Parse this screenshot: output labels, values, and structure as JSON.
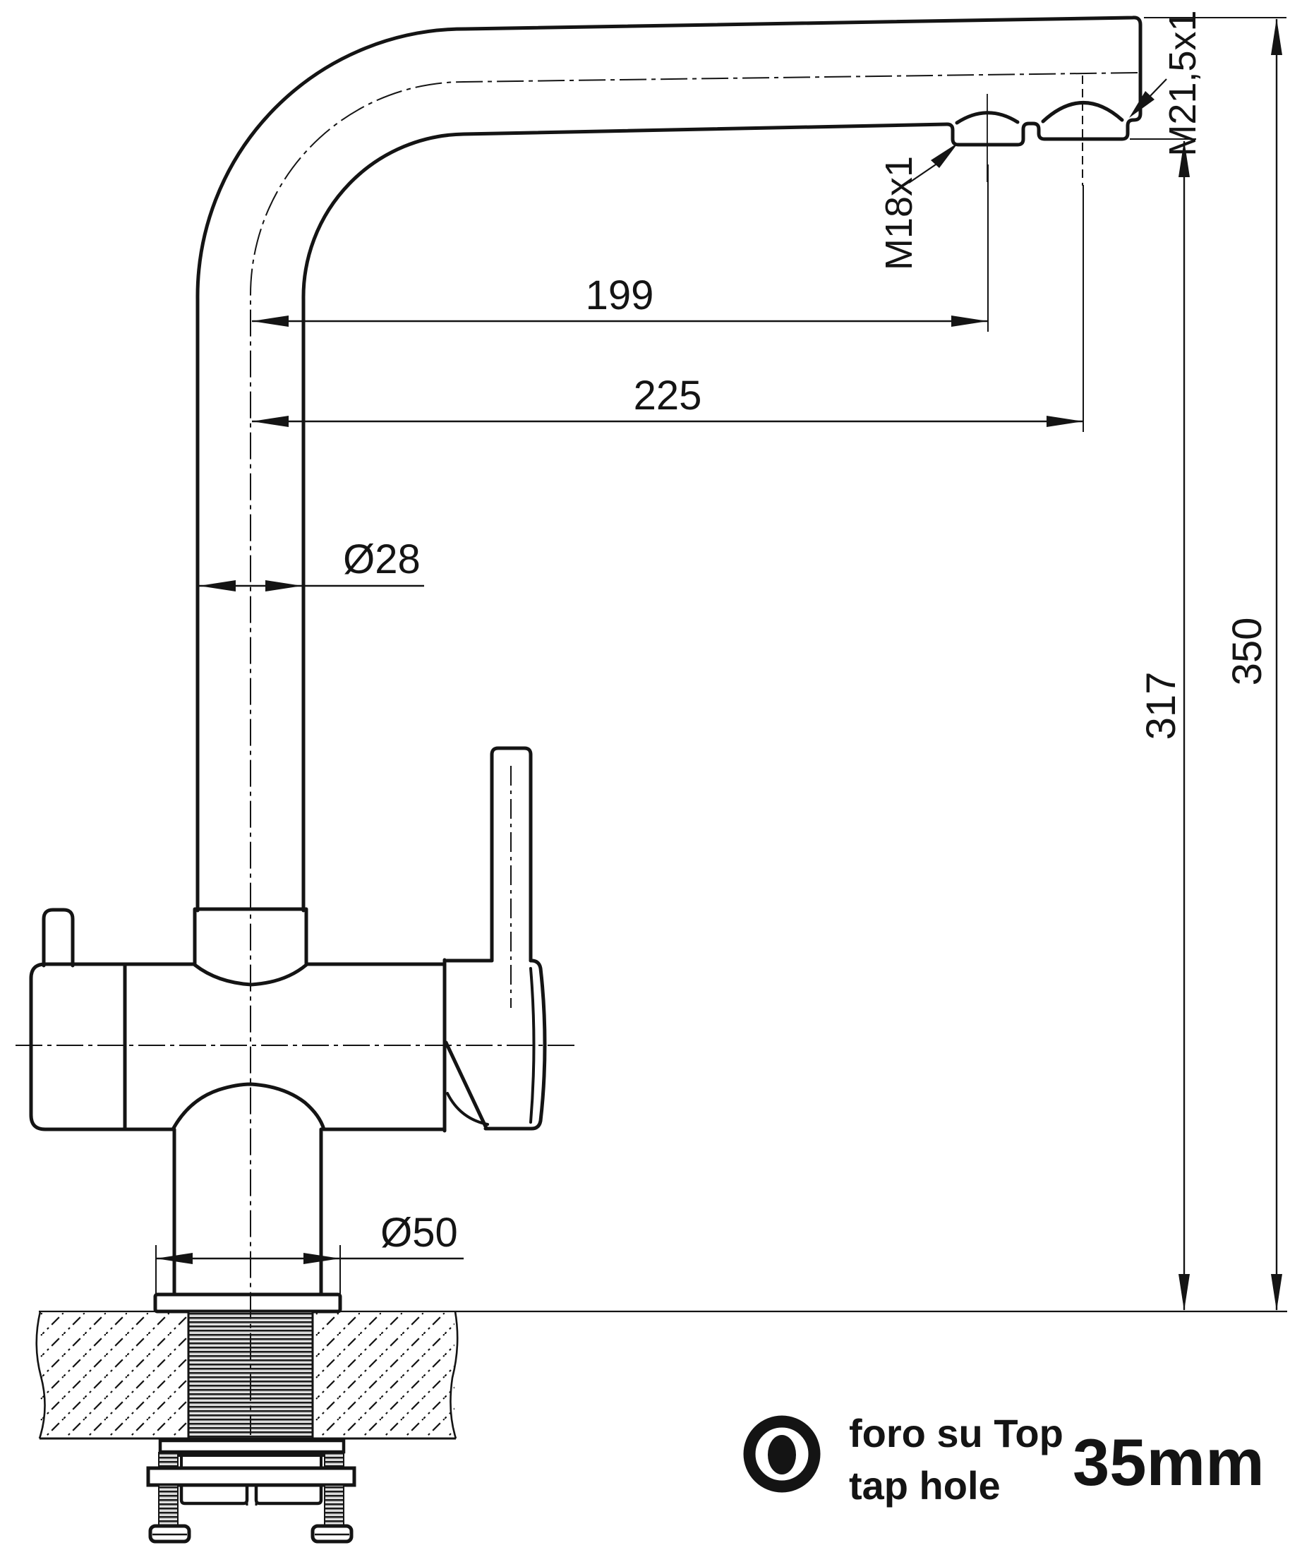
{
  "drawing": {
    "kind": "faucet installation dimension drawing",
    "colors": {
      "line": "#141414",
      "background": "#ffffff"
    },
    "dimensions": {
      "reach_first_outlet": "199",
      "reach_second_outlet": "225",
      "column_diameter": "Ø28",
      "base_diameter": "Ø50",
      "height_lower": "317",
      "height_top": "350"
    },
    "threads": {
      "first_outlet": "M18x1",
      "second_outlet": "M21,5x1"
    },
    "legend": {
      "icon": "tap-hole-icon",
      "line1": "foro su Top",
      "line2": "tap hole",
      "hole_size": "35mm"
    }
  }
}
